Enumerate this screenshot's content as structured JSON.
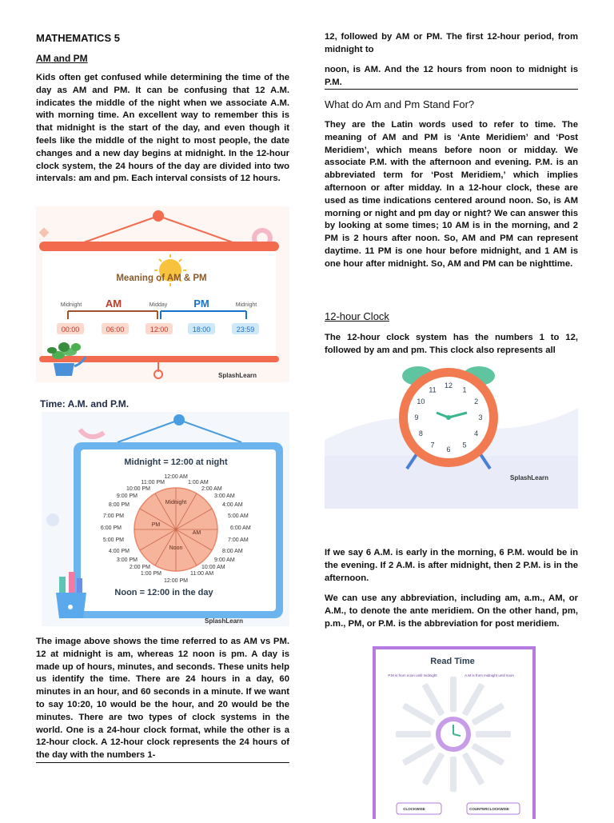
{
  "left": {
    "title": "MATHEMATICS 5",
    "section": "AM and PM",
    "para1": "Kids often get confused while determining the time of the day as AM and PM. It can be confusing that 12 A.M. indicates the middle of the night when we associate A.M. with morning time. An excellent way to remember this is that midnight is the start of the day, and even though it feels like the middle of the night to most people, the date changes and a new day begins at midnight. In the 12-hour clock system, the 24 hours of the day are divided into two intervals: am and pm. Each interval consists of 12 hours.",
    "caption": "Time: A.M. and P.M.",
    "para2": "The image above shows the time referred to as AM vs PM. 12 at midnight is am, whereas 12 noon is pm. A day is made up of hours, minutes, and seconds. These units help us identify the time. There are 24 hours in a day, 60 minutes in an hour, and 60 seconds in a minute. If we want to say 10:20, 10 would be the hour, and 20 would be the minutes. There are two types of clock systems in the world. One is a 24-hour clock format, while the other is a 12-hour clock. A 12-hour clock represents the 24 hours of the day with the numbers 1-"
  },
  "right": {
    "cont1": "12, followed by AM or PM. The first 12-hour period, from midnight to",
    "cont2": "noon, is AM. And the 12 hours from noon to midnight is P.M.",
    "heading": "What do Am and Pm Stand For?",
    "para3": "They are the Latin words used to refer to time. The meaning of AM and PM is ‘Ante Meridiem’ and ‘Post Meridiem’, which means before noon or midday. We associate P.M. with the afternoon and evening. P.M. is an abbreviated term for ‘Post Meridiem,’ which implies afternoon or after midday. In a 12-hour clock, these are used as time indications centered around noon. So, is AM morning or night and pm day or night? We can answer this by looking at some times; 10 AM is in the morning, and 2 PM is 2 hours after noon. So, AM and PM can represent daytime. 11 PM is one hour before midnight, and 1 AM is one hour after midnight. So, AM and PM can be nighttime.",
    "section2": "12-hour Clock",
    "para4": "The 12-hour clock system has the numbers 1 to 12, followed by am and pm. This clock also represents all",
    "para5": "If we say 6 A.M. is early in the morning, 6 P.M. would be in the evening. If 2 A.M. is after midnight, then 2 P.M. is in the afternoon.",
    "para6": "We can use any abbreviation, including am, a.m., AM, or A.M., to denote the ante meridiem. On the other hand, pm, p.m., PM, or P.M. is the abbreviation for post meridiem."
  },
  "img1": {
    "title": "Meaning of AM & PM",
    "am": "AM",
    "pm": "PM",
    "labels": [
      "Midnight",
      "Midday",
      "Midnight"
    ],
    "times": [
      "00:00",
      "06:00",
      "12:00",
      "18:00",
      "23:59"
    ],
    "brand": "SplashLearn"
  },
  "img2": {
    "top": "Midnight = 12:00 at night",
    "bottom": "Noon = 12:00 in the day",
    "inner": [
      "Midnight",
      "PM",
      "AM",
      "Noon"
    ],
    "left_times": [
      "11:00 PM",
      "10:00 PM",
      "9:00 PM",
      "8:00 PM",
      "7:00 PM",
      "6:00 PM",
      "5:00 PM",
      "4:00 PM",
      "3:00 PM",
      "2:00 PM",
      "1:00 PM"
    ],
    "right_times": [
      "1:00 AM",
      "2:00 AM",
      "3:00 AM",
      "4:00 AM",
      "5:00 AM",
      "6:00 AM",
      "7:00 AM",
      "8:00 AM",
      "9:00 AM",
      "10:00 AM",
      "11:00 AM"
    ],
    "top_time": "12:00 AM",
    "bottom_time": "12:00 PM",
    "brand": "SplashLearn"
  },
  "img3": {
    "numbers": [
      "12",
      "1",
      "2",
      "3",
      "4",
      "5",
      "6",
      "7",
      "8",
      "9",
      "10",
      "11"
    ],
    "brand": "SplashLearn"
  },
  "img4": {
    "title": "Read Time",
    "left_note": "P.M is from noon until midnight",
    "right_note": "A.M is from midnight until noon",
    "buttons": [
      "CLOCKWISE",
      "COUNTERCLOCKWISE"
    ]
  },
  "colors": {
    "coral": "#f36b4f",
    "blue": "#1a73c9",
    "teal": "#59c2a8",
    "purple": "#b57be0"
  }
}
